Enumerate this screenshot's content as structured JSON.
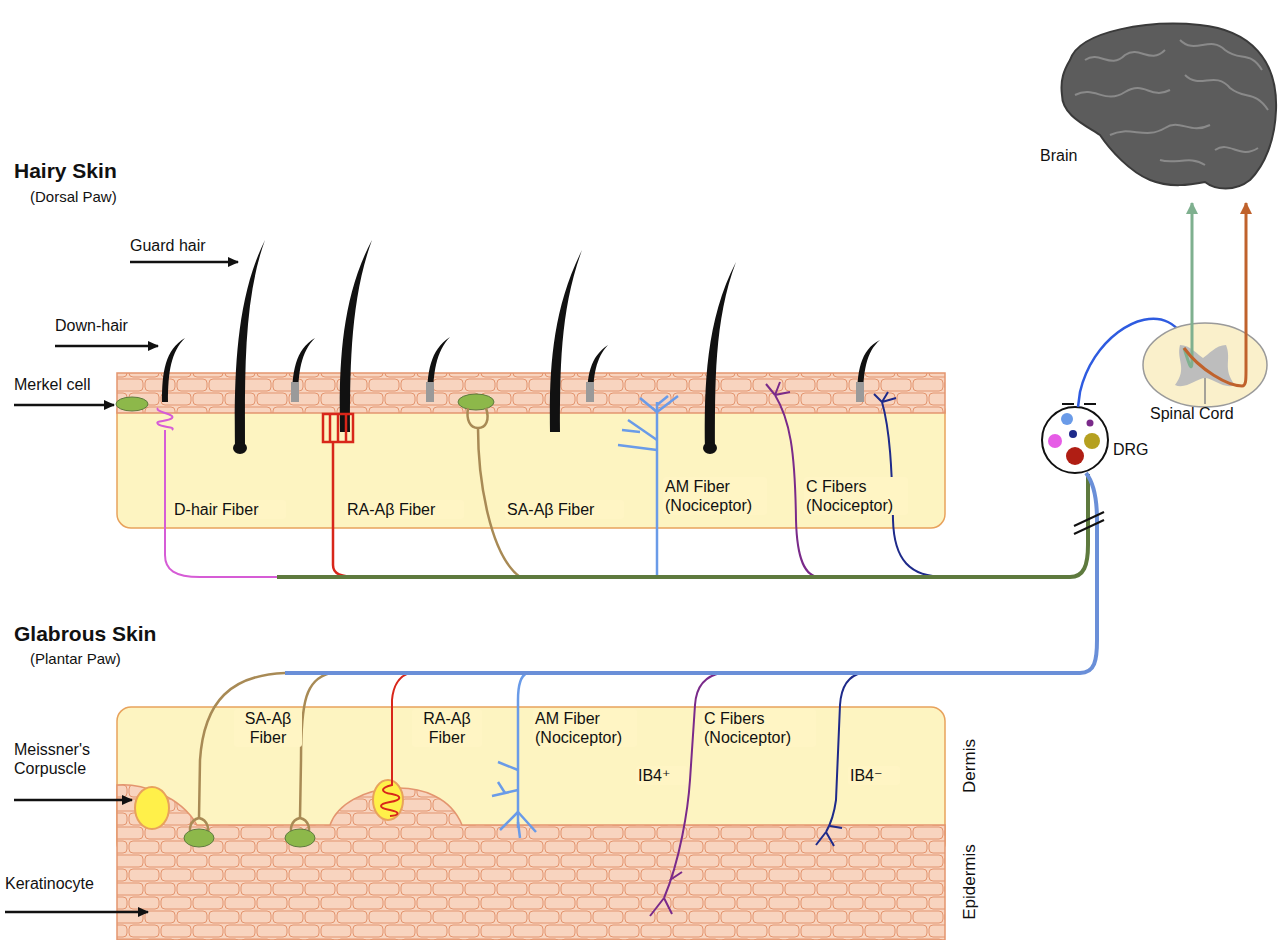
{
  "diagram": {
    "nodes": [
      {
        "text": [
          "D-hair Fiber",
          "RA-Aβ Fiber",
          "SA-Aβ Fiber",
          "AM Fiber (Nociceptor)",
          "C Fibers (Nociceptor)"
        ]
      },
      {
        "text": [
          "SA-Aβ Fiber",
          "RA-Aβ Fiber",
          "AM Fiber (Nociceptor)",
          "C Fibers (Nociceptor)",
          "IB4⁺",
          "IB4⁻"
        ]
      }
    ],
    "labels": [
      "Hairy Skin",
      "(Dorsal Paw)",
      "Guard hair",
      "Down-hair",
      "Merkel cell",
      "Brain",
      "Spinal Cord",
      "DRG",
      "Glabrous Skin",
      "(Plantar Paw)",
      "Meissner's Corpuscle",
      "Keratinocyte",
      "Dermis",
      "Epidermis"
    ]
  }
}
